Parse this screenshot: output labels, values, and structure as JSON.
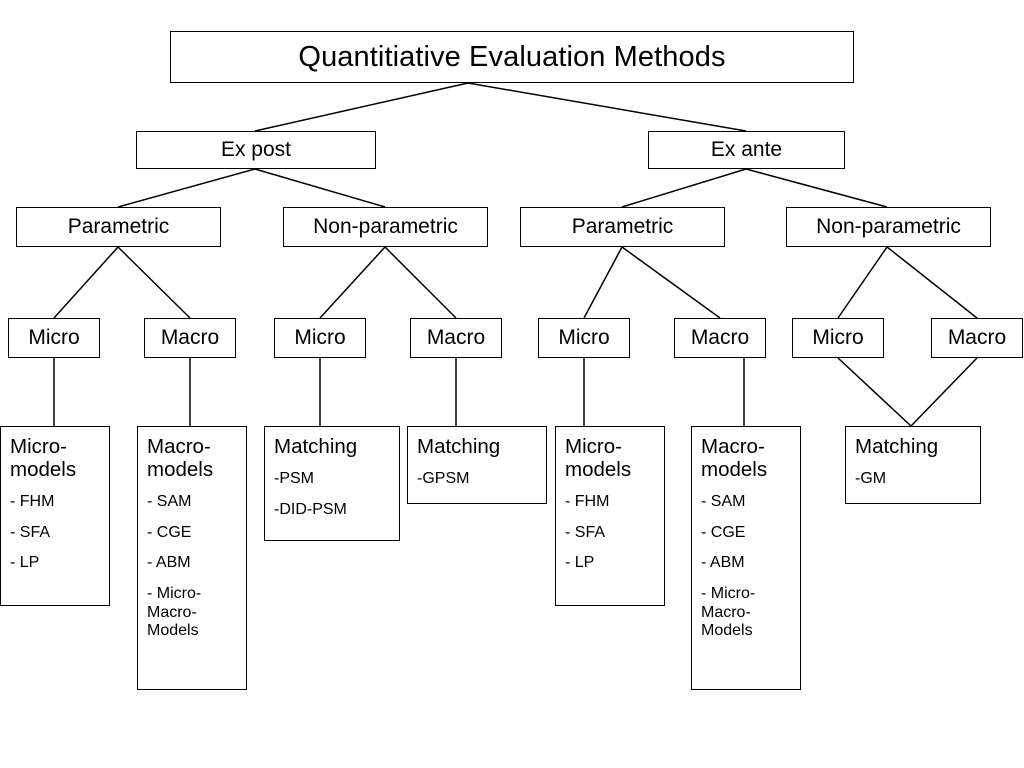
{
  "diagram": {
    "title": "Quantitiative Evaluation Methods",
    "levels": {
      "level2": [
        {
          "label": "Ex post"
        },
        {
          "label": "Ex ante"
        }
      ],
      "level3": [
        {
          "label": "Parametric"
        },
        {
          "label": "Non-parametric"
        },
        {
          "label": "Parametric"
        },
        {
          "label": "Non-parametric"
        }
      ],
      "level4": [
        {
          "label": "Micro"
        },
        {
          "label": "Macro"
        },
        {
          "label": "Micro"
        },
        {
          "label": "Macro"
        },
        {
          "label": "Micro"
        },
        {
          "label": "Macro"
        },
        {
          "label": "Micro"
        },
        {
          "label": "Macro"
        }
      ],
      "leaves": [
        {
          "title": "Micro-\nmodels",
          "items": [
            "- FHM",
            "- SFA",
            "- LP"
          ]
        },
        {
          "title": "Macro-\nmodels",
          "items": [
            "- SAM",
            "- CGE",
            "- ABM",
            "- Micro-\nMacro-\nModels"
          ]
        },
        {
          "title": "Matching",
          "items": [
            "-PSM",
            "-DID-PSM"
          ]
        },
        {
          "title": "Matching",
          "items": [
            "-GPSM"
          ]
        },
        {
          "title": "Micro-\nmodels",
          "items": [
            "- FHM",
            "- SFA",
            "- LP"
          ]
        },
        {
          "title": "Macro-\nmodels",
          "items": [
            "- SAM",
            "- CGE",
            "- ABM",
            "- Micro-\nMacro-\nModels"
          ]
        },
        {
          "title": "Matching",
          "items": [
            "-GM"
          ]
        }
      ]
    },
    "colors": {
      "background": "#ffffff",
      "stroke": "#000000",
      "text": "#000000"
    }
  }
}
